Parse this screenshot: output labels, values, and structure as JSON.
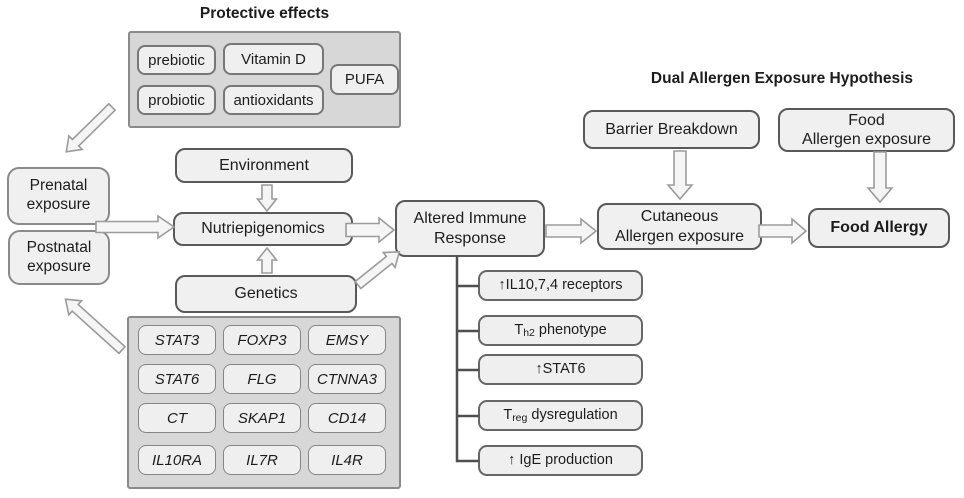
{
  "titles": {
    "protective": "Protective effects",
    "dual_hypothesis": "Dual Allergen Exposure Hypothesis"
  },
  "protective": {
    "items": [
      "prebiotic",
      "Vitamin D",
      "PUFA",
      "probiotic",
      "antioxidants"
    ]
  },
  "nodes": {
    "prenatal": "Prenatal\nexposure",
    "postnatal": "Postnatal\nexposure",
    "environment": "Environment",
    "nutriepigenomics": "Nutriepigenomics",
    "genetics": "Genetics",
    "altered_immune": "Altered Immune\nResponse",
    "cutaneous": "Cutaneous\nAllergen exposure",
    "barrier": "Barrier Breakdown",
    "food_exposure": "Food\nAllergen exposure",
    "food_allergy": "Food Allergy"
  },
  "genes": [
    "STAT3",
    "FOXP3",
    "EMSY",
    "STAT6",
    "FLG",
    "CTNNA3",
    "CT",
    "SKAP1",
    "CD14",
    "IL10RA",
    "IL7R",
    "IL4R"
  ],
  "immune_effects": [
    {
      "pre": "↑IL10,7,4 receptors",
      "sub": "",
      "post": ""
    },
    {
      "pre": "T",
      "sub": "h2",
      "post": " phenotype"
    },
    {
      "pre": "↑STAT6",
      "sub": "",
      "post": ""
    },
    {
      "pre": "T",
      "sub": "reg",
      "post": " dysregulation"
    },
    {
      "pre": "↑ IgE production",
      "sub": "",
      "post": ""
    }
  ],
  "colors": {
    "node_fill": "#f0f0f0",
    "node_border_dark": "#595959",
    "node_border_light": "#8a8a8a",
    "container_fill": "#d7d7d7",
    "arrow_fill": "#f5f5f5",
    "arrow_outline": "#9b9b9b",
    "text": "#1c1c1c"
  }
}
